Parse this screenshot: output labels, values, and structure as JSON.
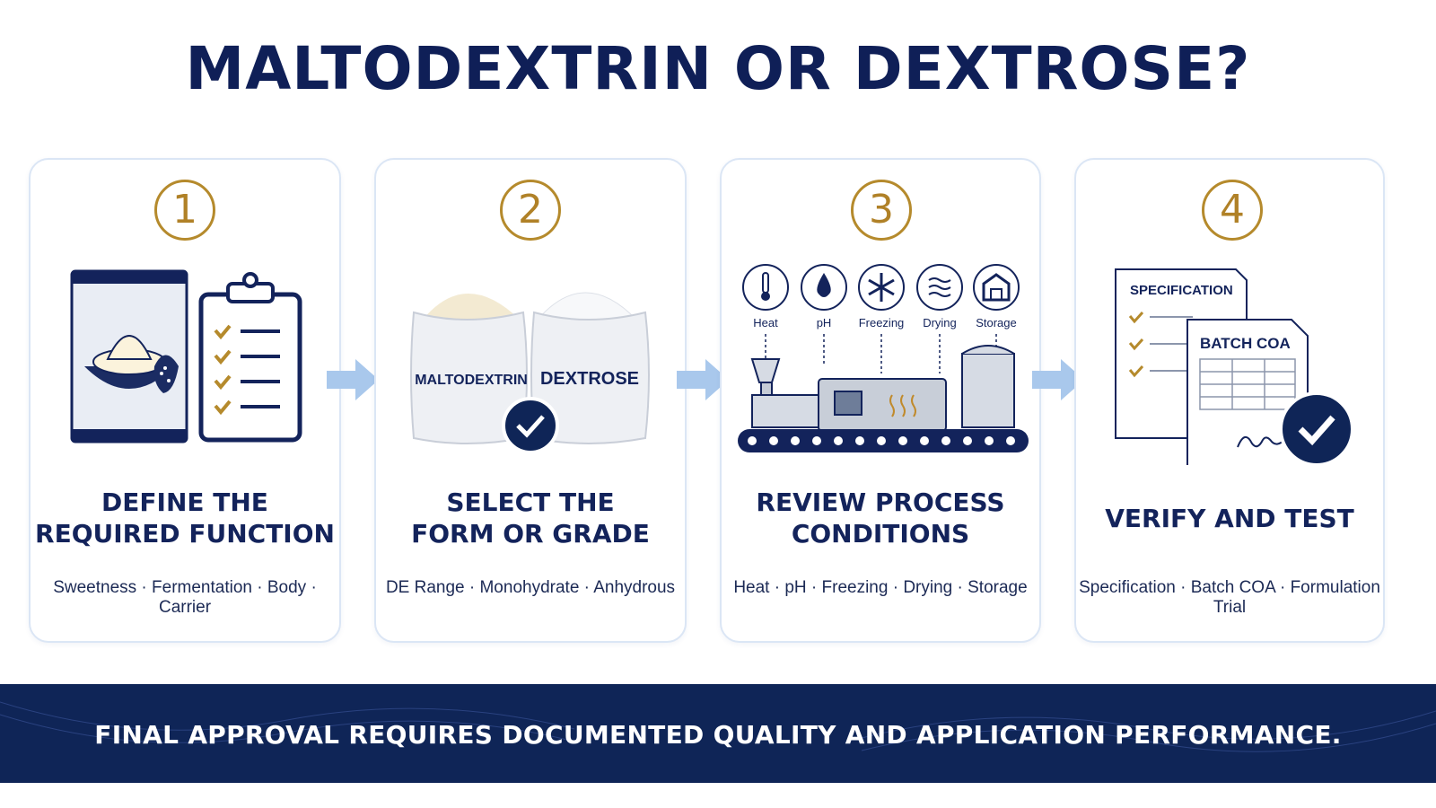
{
  "title": "MALTODEXTRIN OR DEXTROSE?",
  "steps": [
    {
      "number": "1",
      "title_line1": "DEFINE THE",
      "title_line2": "REQUIRED FUNCTION",
      "subtitle": "Sweetness · Fermentation · Body · Carrier"
    },
    {
      "number": "2",
      "title_line1": "SELECT THE",
      "title_line2": "FORM OR GRADE",
      "subtitle": "DE Range · Monohydrate · Anhydrous",
      "bag_left": "MALTODEXTRIN",
      "bag_right": "DEXTROSE"
    },
    {
      "number": "3",
      "title_line1": "REVIEW PROCESS",
      "title_line2": "CONDITIONS",
      "subtitle": "Heat · pH · Freezing · Drying · Storage",
      "icons": [
        "Heat",
        "pH",
        "Freezing",
        "Drying",
        "Storage"
      ]
    },
    {
      "number": "4",
      "title_line1": "VERIFY AND TEST",
      "subtitle": "Specification · Batch COA · Formulation Trial",
      "doc_back": "SPECIFICATION",
      "doc_front": "BATCH COA"
    }
  ],
  "banner": "FINAL APPROVAL REQUIRES DOCUMENTED QUALITY AND APPLICATION PERFORMANCE.",
  "colors": {
    "navy": "#0f1f57",
    "gold": "#b58a2c",
    "card_border": "#dbe6f5",
    "arrow": "#a9c8ec"
  }
}
